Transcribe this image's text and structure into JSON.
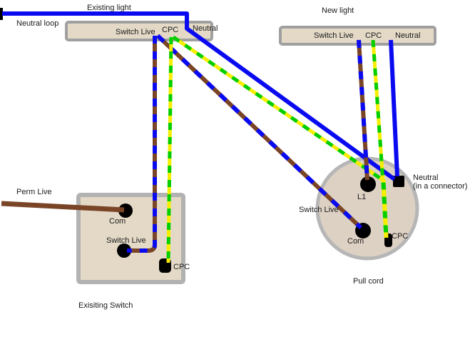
{
  "existing_light": {
    "title": "Existing light",
    "neutral_loop": "Neutral loop",
    "rose_terminals": {
      "switch_live": "Switch Live",
      "cpc": "CPC",
      "neutral": "Neutral"
    }
  },
  "new_light": {
    "title": "New light",
    "rose_terminals": {
      "switch_live": "Switch Live",
      "cpc": "CPC",
      "neutral": "Neutral"
    }
  },
  "existing_switch": {
    "caption": "Exisiting Switch",
    "perm_live": "Perm Live",
    "terminals": {
      "com": "Com",
      "switch_live": "Switch  Live",
      "cpc": "CPC"
    }
  },
  "pull_cord": {
    "caption": "Pull cord",
    "incoming_label": "Switch Live",
    "terminals": {
      "l1": "L1",
      "com": "Com",
      "cpc": "CPC"
    },
    "neutral_note": {
      "line1": "Neutral",
      "line2": "(in a connector)"
    }
  },
  "colors": {
    "neutral_blue": "#0a0af0",
    "live_brown": "#7a4527",
    "earth_yellow": "#f5ee00",
    "earth_green": "#00ce00",
    "fixture_fill": "#e3d9c6",
    "pull_cord_fill": "#ddd1c3",
    "terminal_black": "#000000"
  }
}
